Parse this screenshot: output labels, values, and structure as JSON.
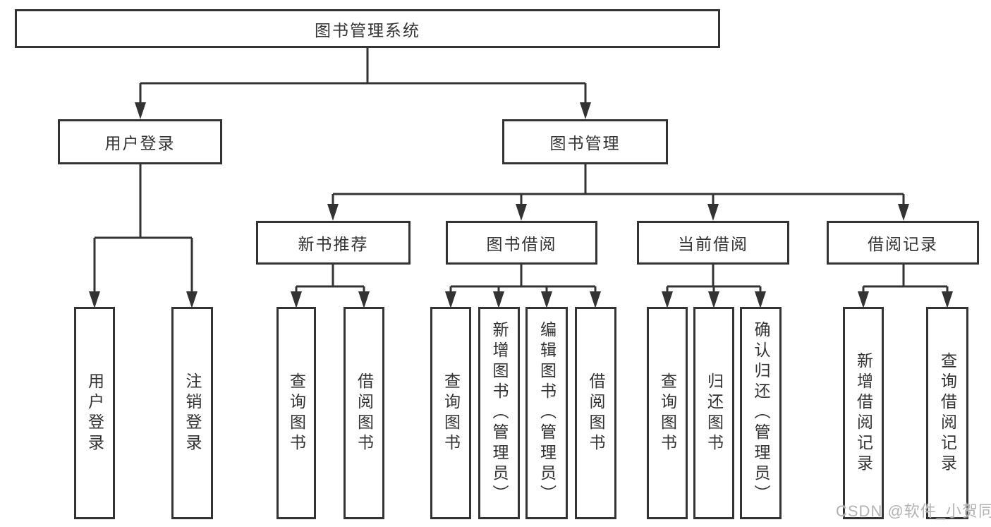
{
  "colors": {
    "line": "#333333",
    "box_border": "#333333",
    "text": "#333333",
    "watermark": "#b3b3b3",
    "background": "#ffffff"
  },
  "watermark": {
    "text": "CSDN @软件_小贺同学"
  },
  "tree": {
    "root": "图书管理系统",
    "children": [
      {
        "label": "用户登录",
        "children": [
          "用户登录",
          "注销登录"
        ]
      },
      {
        "label": "图书管理",
        "children": [
          {
            "label": "新书推荐",
            "children": [
              "查询图书",
              "借阅图书"
            ]
          },
          {
            "label": "图书借阅",
            "children": [
              "查询图书",
              "新增图书（管理员）",
              "编辑图书（管理员）",
              "借阅图书"
            ]
          },
          {
            "label": "当前借阅",
            "children": [
              "查询图书",
              "归还图书",
              "确认归还（管理员）"
            ]
          },
          {
            "label": "借阅记录",
            "children": [
              "新增借阅记录",
              "查询借阅记录"
            ]
          }
        ]
      }
    ]
  }
}
